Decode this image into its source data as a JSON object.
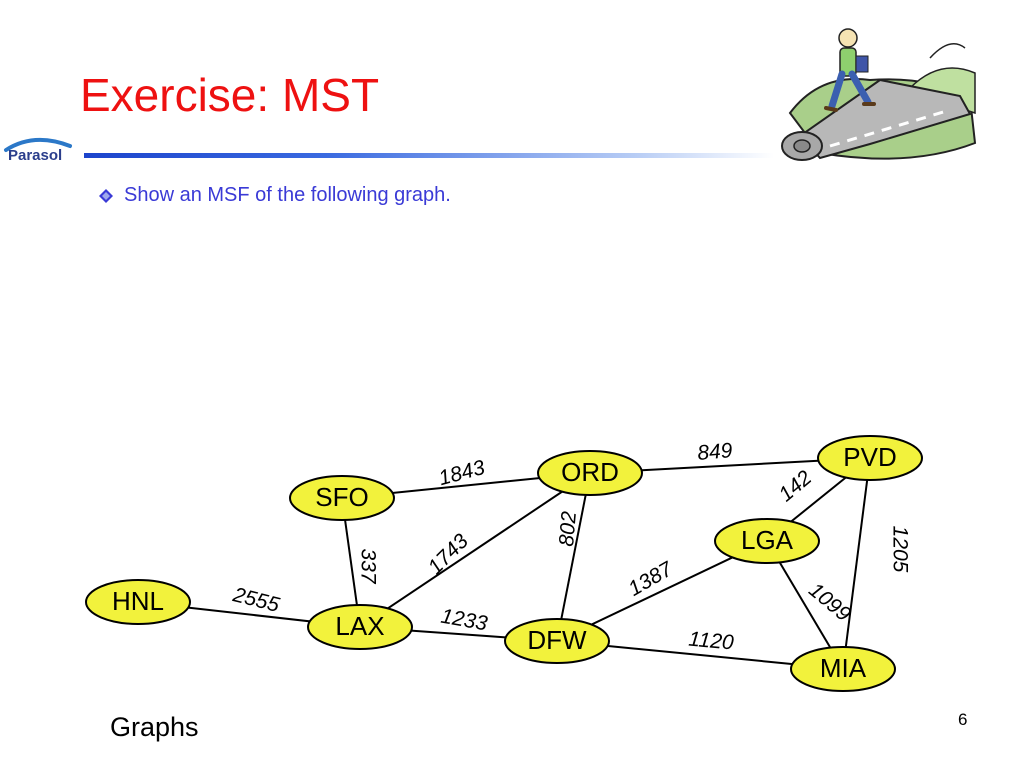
{
  "slide": {
    "title": "Exercise: MST",
    "logo_text": "Parasol",
    "bullet": "Show an MSF of the following graph.",
    "footer": "Graphs",
    "page_number": "6",
    "colors": {
      "title": "#ee1111",
      "bullet_text": "#3a3ad6",
      "rule_start": "#1c44cc",
      "node_fill": "#f2f23c",
      "edge": "#000000"
    },
    "icons": [
      "diamond-bullet-icon",
      "parasol-logo-icon",
      "road-walker-clipart"
    ]
  },
  "graph": {
    "nodes": [
      {
        "id": "HNL",
        "label": "HNL"
      },
      {
        "id": "SFO",
        "label": "SFO"
      },
      {
        "id": "LAX",
        "label": "LAX"
      },
      {
        "id": "ORD",
        "label": "ORD"
      },
      {
        "id": "DFW",
        "label": "DFW"
      },
      {
        "id": "PVD",
        "label": "PVD"
      },
      {
        "id": "LGA",
        "label": "LGA"
      },
      {
        "id": "MIA",
        "label": "MIA"
      }
    ],
    "edges": [
      {
        "from": "HNL",
        "to": "LAX",
        "weight": "2555"
      },
      {
        "from": "SFO",
        "to": "LAX",
        "weight": "337"
      },
      {
        "from": "SFO",
        "to": "ORD",
        "weight": "1843"
      },
      {
        "from": "LAX",
        "to": "ORD",
        "weight": "1743"
      },
      {
        "from": "LAX",
        "to": "DFW",
        "weight": "1233"
      },
      {
        "from": "ORD",
        "to": "DFW",
        "weight": "802"
      },
      {
        "from": "ORD",
        "to": "PVD",
        "weight": "849"
      },
      {
        "from": "PVD",
        "to": "LGA",
        "weight": "142"
      },
      {
        "from": "PVD",
        "to": "MIA",
        "weight": "1205"
      },
      {
        "from": "LGA",
        "to": "DFW",
        "weight": "1387"
      },
      {
        "from": "LGA",
        "to": "MIA",
        "weight": "1099"
      },
      {
        "from": "DFW",
        "to": "MIA",
        "weight": "1120"
      }
    ]
  }
}
